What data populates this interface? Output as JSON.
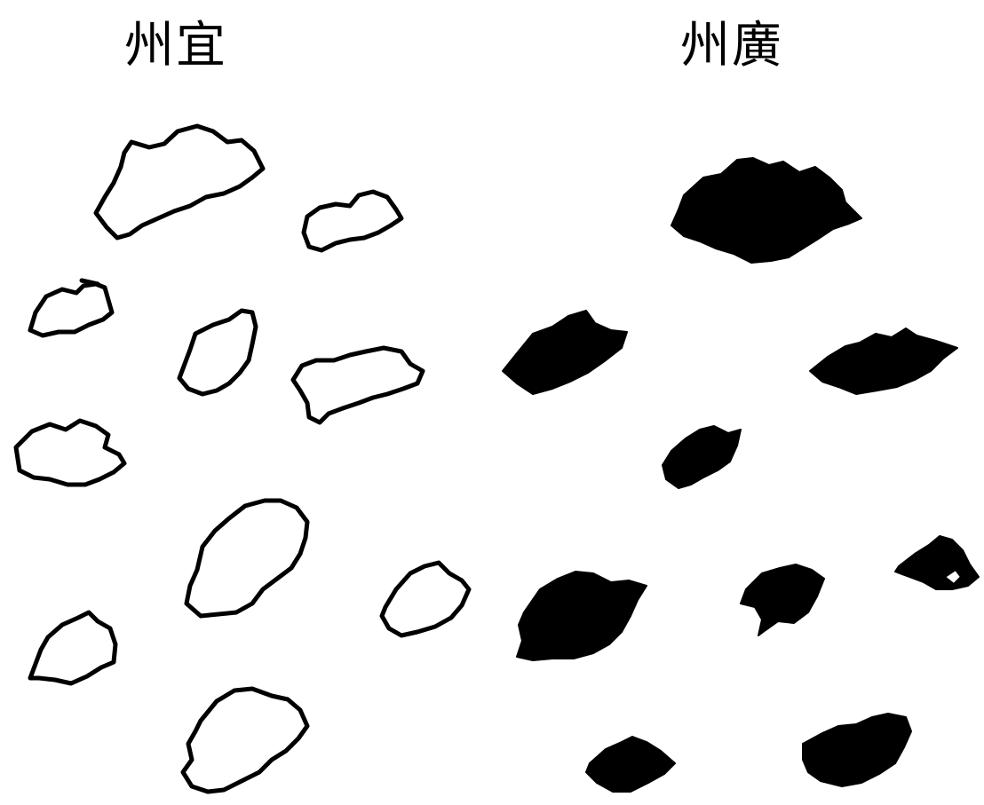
{
  "figure": {
    "left_label": "州宜",
    "right_label": "州廣",
    "ink_color": "#000000",
    "background_color": "#ffffff",
    "left_style": "outline",
    "right_style": "filled"
  }
}
